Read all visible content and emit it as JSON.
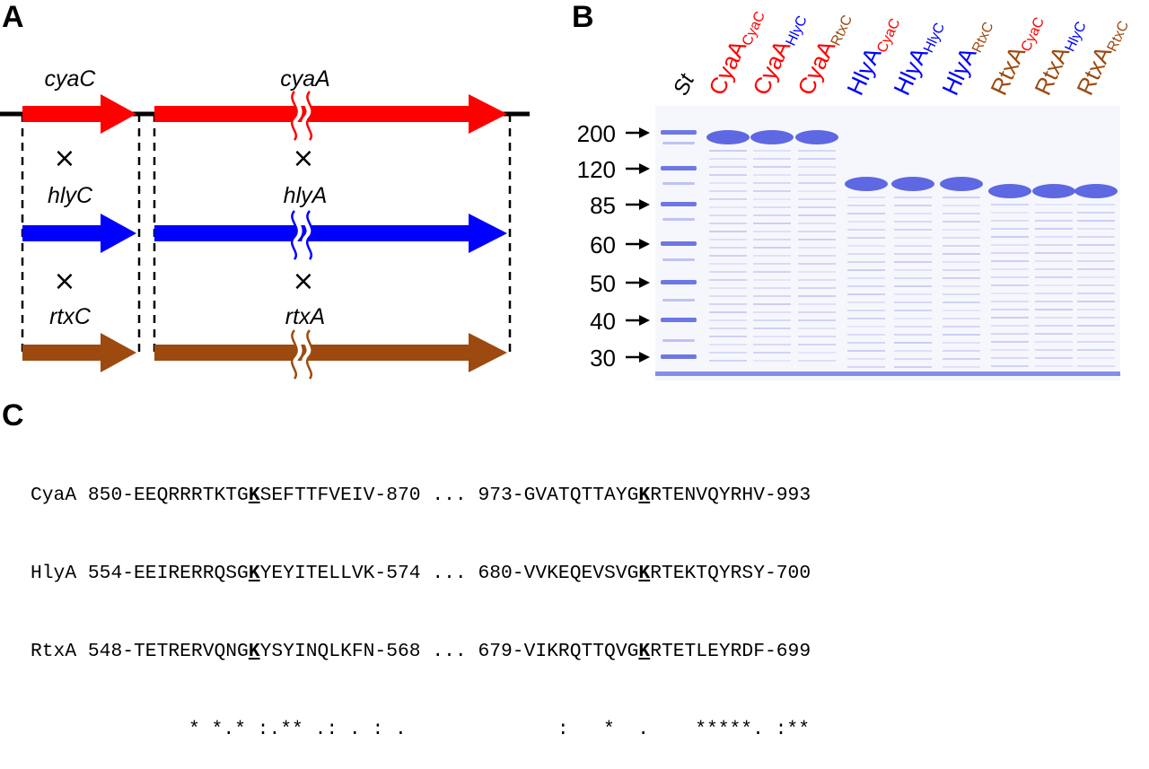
{
  "panels": {
    "a": {
      "letter": "A"
    },
    "b": {
      "letter": "B"
    },
    "c": {
      "letter": "C"
    }
  },
  "panel_a": {
    "colors": {
      "cya": "#ff0000",
      "hly": "#0000ff",
      "rtx": "#9c4a10"
    },
    "genes": [
      {
        "acyl": "cyaC",
        "toxin": "cyaA",
        "color": "#ff0000"
      },
      {
        "acyl": "hlyC",
        "toxin": "hlyA",
        "color": "#0000ff"
      },
      {
        "acyl": "rtxC",
        "toxin": "rtxA",
        "color": "#9c4a10"
      }
    ],
    "cross_symbol": "×"
  },
  "panel_b": {
    "standard_label": "St",
    "lanes": [
      {
        "protein": "CyaA",
        "acyltransferase": "CyaC",
        "protein_color": "#ff0000",
        "sub_color": "#ff0000"
      },
      {
        "protein": "CyaA",
        "acyltransferase": "HlyC",
        "protein_color": "#ff0000",
        "sub_color": "#0000ff"
      },
      {
        "protein": "CyaA",
        "acyltransferase": "RtxC",
        "protein_color": "#ff0000",
        "sub_color": "#9c4a10"
      },
      {
        "protein": "HlyA",
        "acyltransferase": "CyaC",
        "protein_color": "#0000ff",
        "sub_color": "#ff0000"
      },
      {
        "protein": "HlyA",
        "acyltransferase": "HlyC",
        "protein_color": "#0000ff",
        "sub_color": "#0000ff"
      },
      {
        "protein": "HlyA",
        "acyltransferase": "RtxC",
        "protein_color": "#0000ff",
        "sub_color": "#9c4a10"
      },
      {
        "protein": "RtxA",
        "acyltransferase": "CyaC",
        "protein_color": "#9c4a10",
        "sub_color": "#ff0000"
      },
      {
        "protein": "RtxA",
        "acyltransferase": "HlyC",
        "protein_color": "#9c4a10",
        "sub_color": "#0000ff"
      },
      {
        "protein": "RtxA",
        "acyltransferase": "RtxC",
        "protein_color": "#9c4a10",
        "sub_color": "#9c4a10"
      }
    ],
    "markers": [
      "200",
      "120",
      "85",
      "60",
      "50",
      "40",
      "30"
    ],
    "gel_color": "#5560e0"
  },
  "panel_c": {
    "rows": [
      {
        "name": "CyaA",
        "pre1": "850-EEQRRRTKTG",
        "k1": "K",
        "post1": "SEFTTFVEIV-870",
        "sep": "...",
        "pre2": "973-GVATQTTAYG",
        "k2": "K",
        "post2": "RTENVQYRHV-993"
      },
      {
        "name": "HlyA",
        "pre1": "554-EEIRERRQSG",
        "k1": "K",
        "post1": "YEYITELLVK-574",
        "sep": "...",
        "pre2": "680-VVKEQEVSVG",
        "k2": "K",
        "post2": "RTEKTQYRSY-700"
      },
      {
        "name": "RtxA",
        "pre1": "548-TETRERVQNG",
        "k1": "K",
        "post1": "YSYINQLKFN-568",
        "sep": "...",
        "pre2": "679-VIKRQTTQVG",
        "k2": "K",
        "post2": "RTETLEYRDF-699"
      }
    ],
    "conservation_1": "* *.* :.** .: . : .",
    "conservation_2": ":   *  .    *****. :**"
  }
}
